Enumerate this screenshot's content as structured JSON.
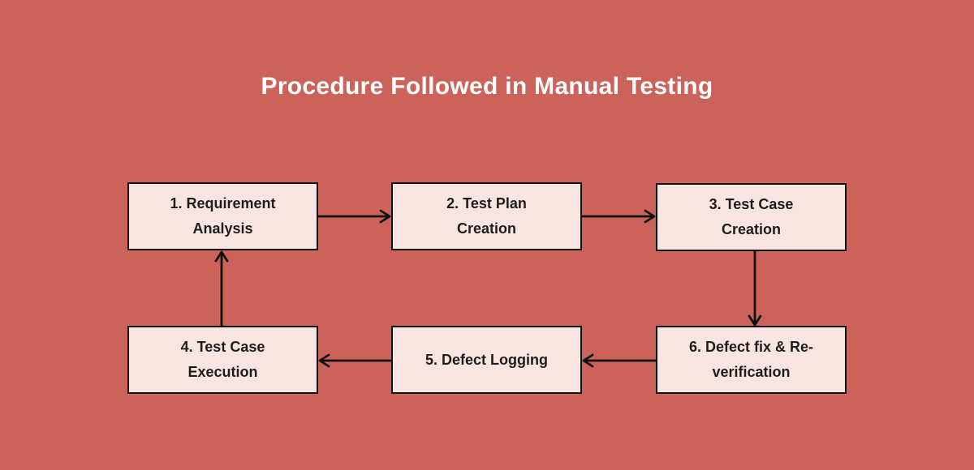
{
  "title": "Procedure Followed in Manual Testing",
  "diagram": {
    "boxes": [
      {
        "step": 1,
        "name": "requirement-analysis",
        "line1": "1. Requirement",
        "line2": "Analysis"
      },
      {
        "step": 2,
        "name": "test-plan-creation",
        "line1": "2. Test Plan",
        "line2": "Creation"
      },
      {
        "step": 3,
        "name": "test-case-creation",
        "line1": "3. Test Case",
        "line2": "Creation"
      },
      {
        "step": 4,
        "name": "test-case-execution",
        "line1": "4. Test Case",
        "line2": "Execution"
      },
      {
        "step": 5,
        "name": "defect-logging",
        "line1": "5. Defect Logging",
        "line2": ""
      },
      {
        "step": 6,
        "name": "defect-fix-reverification",
        "line1": "6. Defect fix & Re-",
        "line2": "verification"
      }
    ],
    "flow": [
      "1-to-2",
      "2-to-3",
      "3-to-6",
      "6-to-5",
      "5-to-4",
      "4-to-1"
    ]
  },
  "colors": {
    "background": "#cb635b",
    "box_fill": "#f8e5e2",
    "box_border": "#111111",
    "box_text": "#1d1d1d",
    "title_text": "#ffffff",
    "arrow": "#111111"
  }
}
